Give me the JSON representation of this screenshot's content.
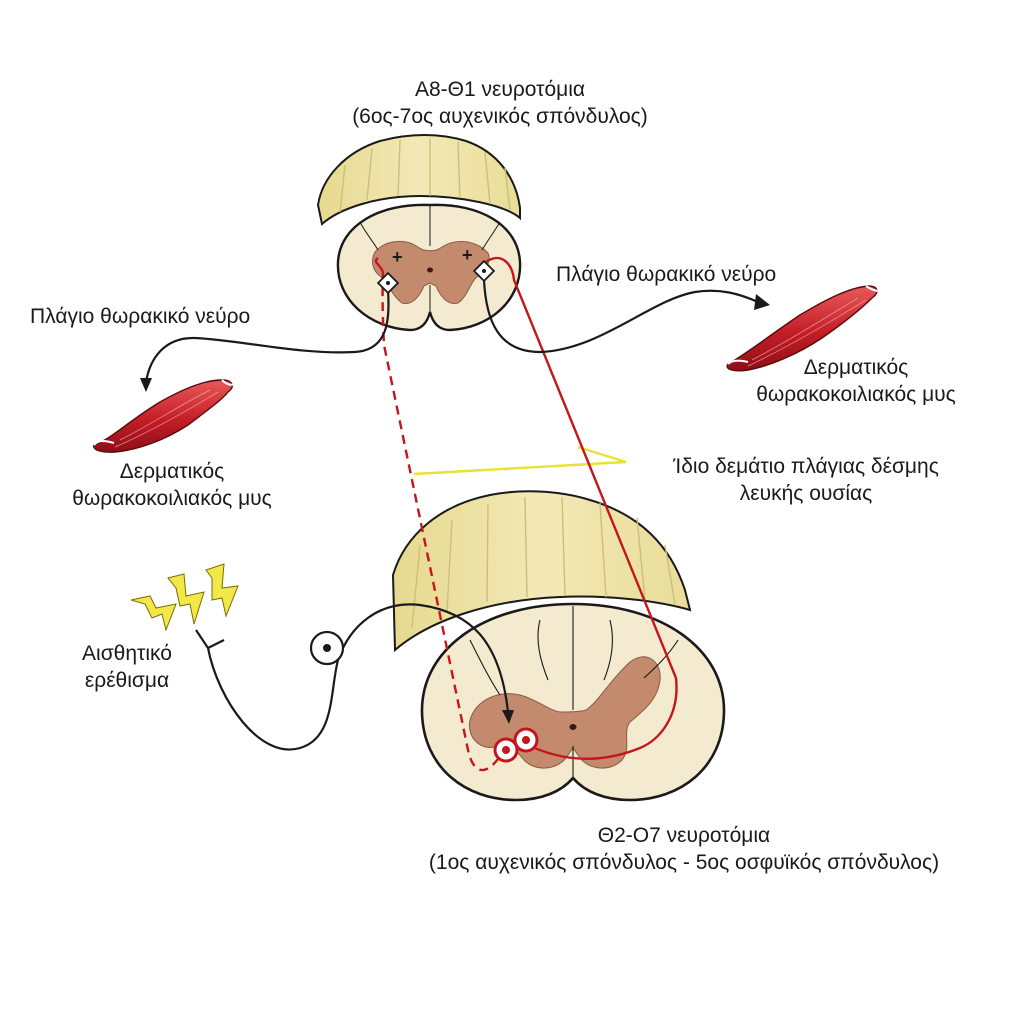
{
  "labels": {
    "top_title_1": "Α8-Θ1 νευροτόμια",
    "top_title_2": "(6ος-7ος αυχενικός σπόνδυλος)",
    "left_nerve": "Πλάγιο θωρακικό νεύρο",
    "right_nerve": "Πλάγιο θωρακικό νεύρο",
    "left_muscle_1": "Δερματικός",
    "left_muscle_2": "θωρακοκοιλιακός μυς",
    "right_muscle_1": "Δερματικός",
    "right_muscle_2": "θωρακοκοιλιακός μυς",
    "bundle_1": "Ίδιο δεμάτιο πλάγιας δέσμης",
    "bundle_2": "λευκής ουσίας",
    "stimulus_1": "Αισθητικό",
    "stimulus_2": "ερέθισμα",
    "bottom_title_1": "Θ2-Ο7 νευροτόμια",
    "bottom_title_2": "(1ος αυχενικός σπόνδυλος - 5ος οσφυϊκός σπόνδυλος)",
    "plus_left": "+",
    "plus_right": "+"
  },
  "colors": {
    "white_matter": "#f4e8c8",
    "white_matter_side": "#ede3a9",
    "grey_matter": "#c48a6e",
    "tract_red": "#c4161c",
    "bundle_yellow": "#e9e230",
    "muscle_red": "#c8202a",
    "outline": "#1a1a1a"
  },
  "icons": [
    "lightning-bolt-icon",
    "neuron-cell-body-icon",
    "receptor-icon"
  ]
}
